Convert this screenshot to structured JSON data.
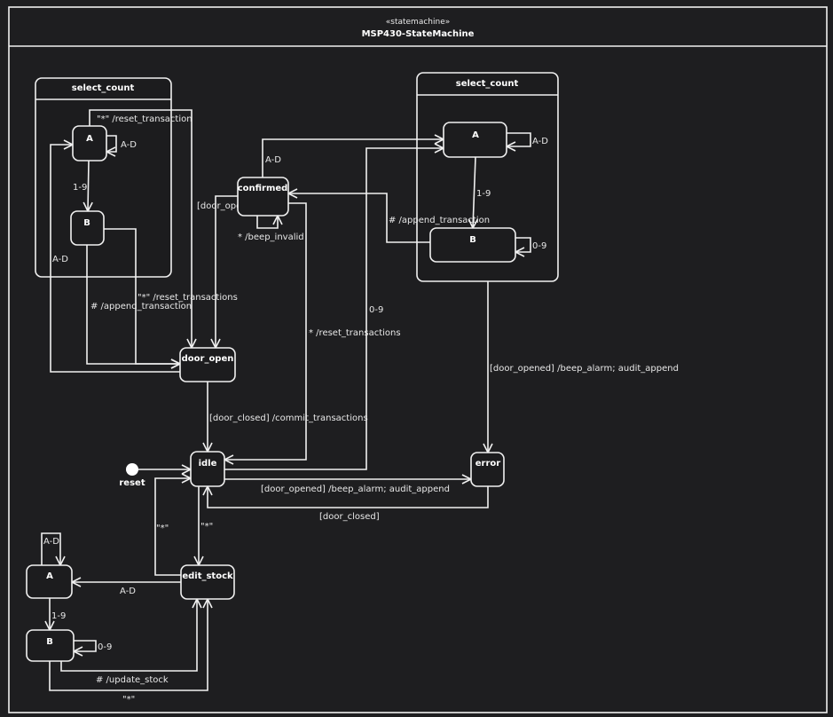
{
  "header": {
    "stereotype": "«statemachine»",
    "title": "MSP430-StateMachine"
  },
  "composites": {
    "left": {
      "name": "select_count"
    },
    "right": {
      "name": "select_count"
    }
  },
  "states": {
    "left_A": "A",
    "left_B": "B",
    "right_A": "A",
    "right_B": "B",
    "confirmed": "confirmed",
    "door_open": "door_open",
    "idle": "idle",
    "error": "error",
    "edit_stock": "edit_stock",
    "stock_A": "A",
    "stock_B": "B",
    "initial": "reset"
  },
  "transitions": {
    "left_reset_transaction": "\"*\" /reset_transaction",
    "left_A_self": "A-D",
    "left_A_to_B": "1-9",
    "left_door_to_A": "A-D",
    "left_B_reset": "\"*\" /reset_transactions",
    "left_B_append": "# /append_transaction",
    "confirmed_AD": "A-D",
    "confirmed_door_opened": "[door_opened]",
    "confirmed_beep_invalid": "* /beep_invalid",
    "confirmed_reset": "* /reset_transactions",
    "idle_0_9": "0-9",
    "right_append": "# /append_transaction",
    "right_A_self": "A-D",
    "right_A_to_B": "1-9",
    "right_B_self": "0-9",
    "right_door_opened": "[door_opened] /beep_alarm; audit_append",
    "door_closed_commit": "[door_closed] /commit_transactions",
    "idle_door_opened": "[door_opened] /beep_alarm; audit_append",
    "error_door_closed": "[door_closed]",
    "edit_to_idle": "\"*\"",
    "idle_to_edit": "\"*\"",
    "edit_to_A": "A-D",
    "stock_A_self": "A-D",
    "stock_A_to_B": "1-9",
    "stock_B_self": "0-9",
    "stock_update": "# /update_stock",
    "stock_cancel": "\"*\""
  }
}
